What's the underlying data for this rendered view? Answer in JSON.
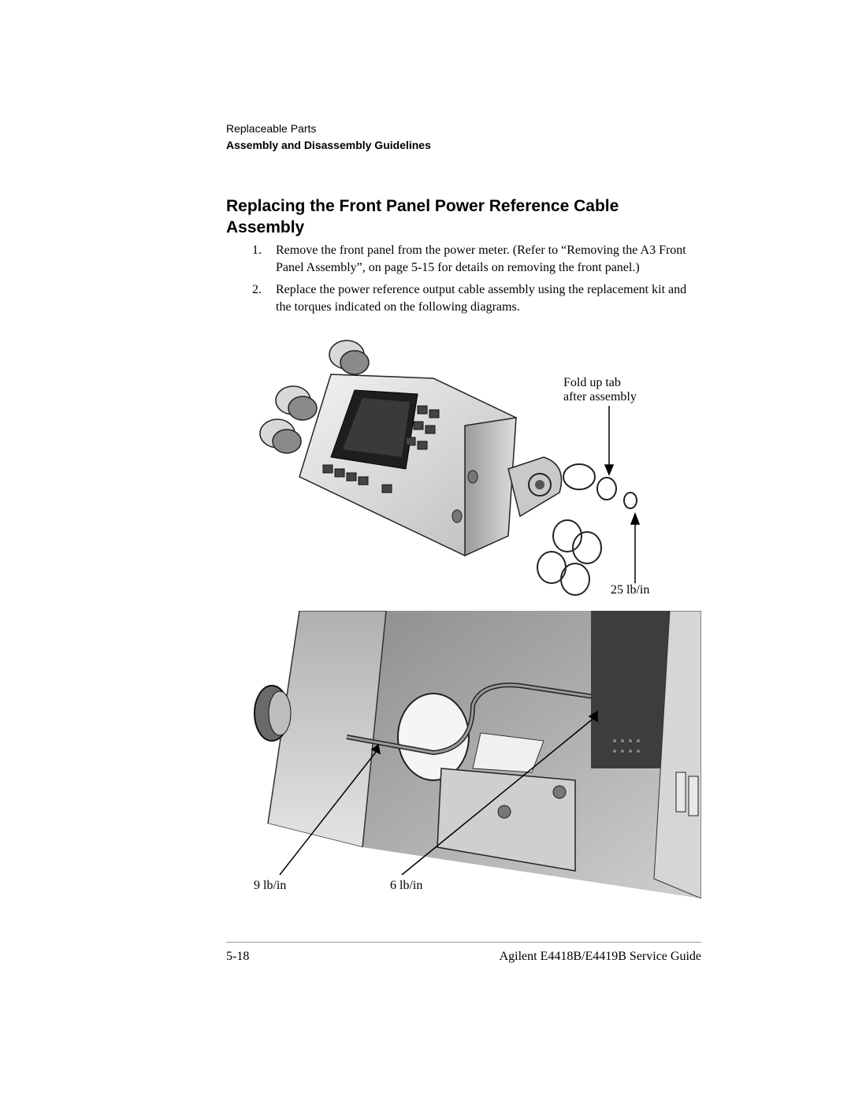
{
  "header": {
    "chapter": "Replaceable Parts",
    "section": "Assembly and Disassembly Guidelines"
  },
  "title": "Replacing the Front Panel Power Reference Cable Assembly",
  "steps": [
    {
      "num": "1.",
      "text": "Remove the front panel from the power meter. (Refer to “Removing the A3 Front Panel Assembly”, on page 5-15 for details on removing the front panel.)"
    },
    {
      "num": "2.",
      "text": "Replace the power reference output cable assembly using the replacement kit and the torques indicated on the following diagrams."
    }
  ],
  "figure_top": {
    "label_tab_line1": "Fold up tab",
    "label_tab_line2": "after assembly",
    "label_torque": "25 lb/in"
  },
  "figure_bottom": {
    "label_left": "9 lb/in",
    "label_right": "6 lb/in"
  },
  "footer": {
    "page": "5-18",
    "guide": "Agilent E4418B/E4419B Service Guide"
  }
}
